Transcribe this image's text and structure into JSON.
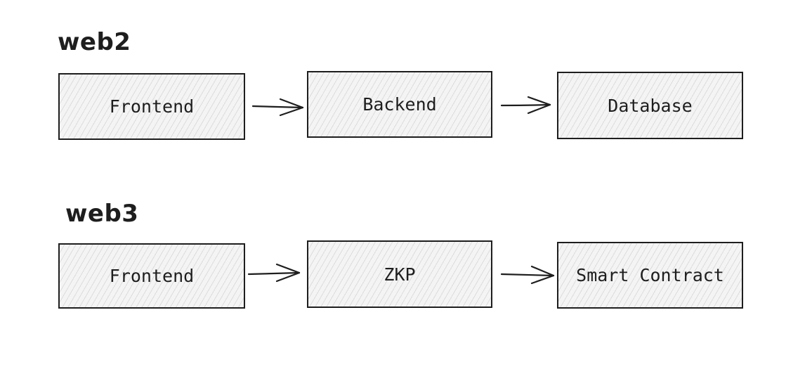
{
  "rows": [
    {
      "title": "web2",
      "nodes": [
        {
          "label": "Frontend"
        },
        {
          "label": "Backend"
        },
        {
          "label": "Database"
        }
      ]
    },
    {
      "title": "web3",
      "nodes": [
        {
          "label": "Frontend"
        },
        {
          "label": "ZKP"
        },
        {
          "label": "Smart Contract"
        }
      ]
    }
  ],
  "edges": [
    {
      "from": "web2.Frontend",
      "to": "web2.Backend"
    },
    {
      "from": "web2.Backend",
      "to": "web2.Database"
    },
    {
      "from": "web3.Frontend",
      "to": "web3.ZKP"
    },
    {
      "from": "web3.ZKP",
      "to": "web3.Smart Contract"
    }
  ],
  "colors": {
    "stroke": "#1e1e1e",
    "fill": "#f4f4f4",
    "hatch": "#dcdcdc"
  }
}
